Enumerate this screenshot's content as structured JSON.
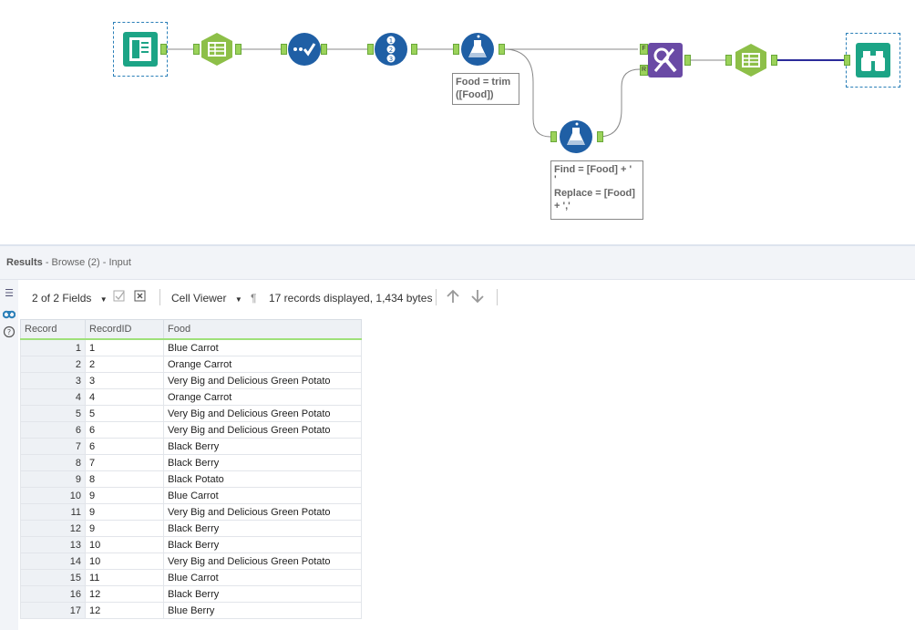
{
  "results": {
    "title": "Results",
    "subtitle": "- Browse (2) - Input"
  },
  "toolbar": {
    "fields_label": "2 of 2 Fields",
    "viewer_label": "Cell Viewer",
    "pilcrow": "¶",
    "status": "17 records displayed, 1,434 bytes"
  },
  "workflow": {
    "anno_formula1_line1": "Food = trim",
    "anno_formula1_line2": "([Food])",
    "anno_formula2_line1": "Find = [Food] + '",
    "anno_formula2_line2": "'",
    "anno_formula2_line3": "Replace = [Food]",
    "anno_formula2_line4": "+ ','",
    "anchor_find": "F",
    "anchor_replace": "R"
  },
  "grid": {
    "columns": [
      "Record",
      "RecordID",
      "Food"
    ],
    "rows": [
      [
        "1",
        "1",
        "Blue Carrot"
      ],
      [
        "2",
        "2",
        "Orange Carrot"
      ],
      [
        "3",
        "3",
        "Very Big and Delicious Green Potato"
      ],
      [
        "4",
        "4",
        "Orange Carrot"
      ],
      [
        "5",
        "5",
        "Very Big and Delicious Green Potato"
      ],
      [
        "6",
        "6",
        "Very Big and Delicious Green Potato"
      ],
      [
        "7",
        "6",
        "Black Berry"
      ],
      [
        "8",
        "7",
        "Black Berry"
      ],
      [
        "9",
        "8",
        "Black Potato"
      ],
      [
        "10",
        "9",
        "Blue Carrot"
      ],
      [
        "11",
        "9",
        "Very Big and Delicious Green Potato"
      ],
      [
        "12",
        "9",
        "Black Berry"
      ],
      [
        "13",
        "10",
        "Black Berry"
      ],
      [
        "14",
        "10",
        "Very Big and Delicious Green Potato"
      ],
      [
        "15",
        "11",
        "Blue Carrot"
      ],
      [
        "16",
        "12",
        "Black Berry"
      ],
      [
        "17",
        "12",
        "Blue Berry"
      ]
    ]
  },
  "colors": {
    "input_teal": "#1ca486",
    "select_green": "#8dbf48",
    "prep_blue": "#1f5fa5",
    "join_purple": "#6a4aa5",
    "connector_green": "#9bd25a"
  },
  "icons": [
    "book-input-icon",
    "select-table-icon",
    "checkmark-flow-icon",
    "numbered-list-icon",
    "flask-formula-icon",
    "find-replace-icon",
    "binoculars-browse-icon",
    "list-icon",
    "binoculars-icon",
    "help-icon",
    "checkbox-icon",
    "clear-icon",
    "up-arrow-icon",
    "down-arrow-icon",
    "dropdown-icon"
  ]
}
